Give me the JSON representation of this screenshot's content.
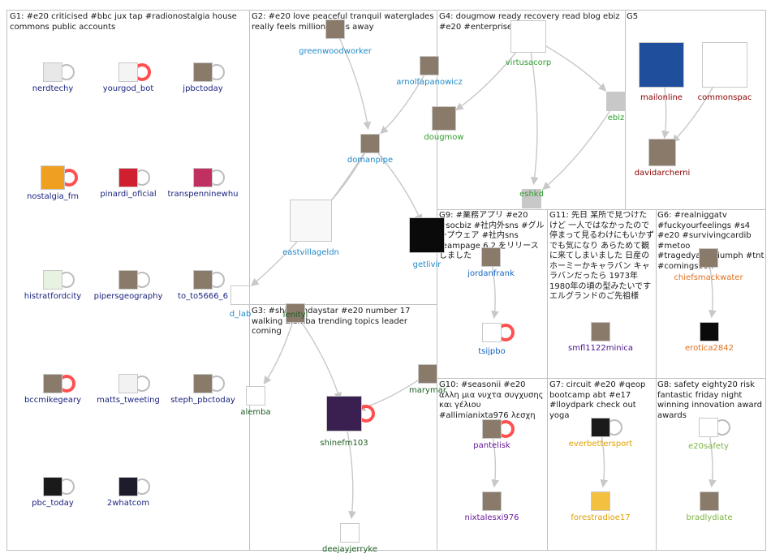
{
  "colors": {
    "g1": "#1a237e",
    "g2": "#1e88c8",
    "g3": "#1b5e20",
    "g4": "#2e9e2e",
    "g5": "#8b0000",
    "g6": "#e07020",
    "g7": "#e0a000",
    "g8": "#7cb342",
    "g9": "#1565c0",
    "g10": "#6a1b9a",
    "g11": "#4a148c",
    "edge": "#c8c8c8",
    "self_loop": "#bdbdbd",
    "highlight": "#ff5050"
  },
  "groups": [
    {
      "id": "g1",
      "title": "G1: #e20 criticised #bbc jux tap #radionostalgia house commons public accounts"
    },
    {
      "id": "g2",
      "title": "G2: #e20 love peaceful tranquil waterglades really feels million miles away"
    },
    {
      "id": "g3",
      "title": "G3: #shinefmdaystar #e20 number 17 walking alemba trending topics leader coming"
    },
    {
      "id": "g4",
      "title": "G4: dougmow ready recovery read blog ebiz #e20 #enterprise2 0"
    },
    {
      "id": "g5",
      "title": "G5"
    },
    {
      "id": "g6",
      "title": "G6: #realniggatv #fuckyourfeelings #s4 #e20 #survivingcardib #metoo #tragedyandtriumph #tnt #comingsoon"
    },
    {
      "id": "g7",
      "title": "G7: circuit #e20 #qeop bootcamp abt #e17 #lloydpark check out yoga"
    },
    {
      "id": "g8",
      "title": "G8: safety eighty20 risk fantastic friday night winning innovation award awards"
    },
    {
      "id": "g9",
      "title": "G9: #業務アプリ #e20 #socbiz #社内外sns #グループウェア #社内sns teampage 6.2 をリリースしました"
    },
    {
      "id": "g10",
      "title": "G10: #seasonii #e20 αλλη μια νυχτα συγχυσης και γέλιου #allimianixta976 λεσχη"
    },
    {
      "id": "g11",
      "title": "G11: 先日 某所で見つけたけど 一人ではなかったので停まって見るわけにもいかず でも気になり あらためて観に来てしまいました 日産のホーミーかキャラバン キャラバンだったら 1973年 1980年の頃の型みたいです エルグランドのご先祖様"
    }
  ],
  "nodes": [
    {
      "id": "nerdtechy",
      "label": "nerdtechy",
      "group": "g1",
      "icon": "nerdtechy-logo-icon"
    },
    {
      "id": "yourgod_bot",
      "label": "yourgod_bot",
      "group": "g1",
      "icon": "cartoon-avatar-icon"
    },
    {
      "id": "jpbctoday",
      "label": "jpbctoday",
      "group": "g1",
      "icon": "photo-avatar-icon"
    },
    {
      "id": "nostalgia_fm",
      "label": "nostalgia_fm",
      "group": "g1",
      "icon": "radio-logo-icon"
    },
    {
      "id": "pinardi_oficial",
      "label": "pinardi_oficial",
      "group": "g1",
      "icon": "house-logo-icon"
    },
    {
      "id": "transpenninewhu",
      "label": "transpenninewhu",
      "group": "g1",
      "icon": "pattern-logo-icon"
    },
    {
      "id": "histratfordcity",
      "label": "histratfordcity",
      "group": "g1",
      "icon": "hotel-logo-icon"
    },
    {
      "id": "pipersgeography",
      "label": "pipersgeography",
      "group": "g1",
      "icon": "photo-avatar-icon"
    },
    {
      "id": "to_to5666_6",
      "label": "to_to5666_6",
      "group": "g1",
      "icon": "photo-avatar-icon"
    },
    {
      "id": "bccmikegeary",
      "label": "bccmikegeary",
      "group": "g1",
      "icon": "photo-avatar-icon"
    },
    {
      "id": "matts_tweeting",
      "label": "matts_tweeting",
      "group": "g1",
      "icon": "sketch-avatar-icon"
    },
    {
      "id": "steph_pbctoday",
      "label": "steph_pbctoday",
      "group": "g1",
      "icon": "photo-avatar-icon"
    },
    {
      "id": "pbc_today",
      "label": "pbc_today",
      "group": "g1",
      "icon": "pbctoday-logo-icon"
    },
    {
      "id": "2whatcom",
      "label": "2whatcom",
      "group": "g1",
      "icon": "round-logo-icon"
    },
    {
      "id": "greenwoodworker",
      "label": "greenwoodworker",
      "group": "g2",
      "icon": "photo-avatar-icon"
    },
    {
      "id": "arnolfapanowicz",
      "label": "arnolfapanowicz",
      "group": "g2",
      "icon": "photo-avatar-icon"
    },
    {
      "id": "domanpipe",
      "label": "domanpipe",
      "group": "g2",
      "icon": "photo-avatar-icon"
    },
    {
      "id": "eastvillageldn",
      "label": "eastvillageldn",
      "group": "g2",
      "icon": "eastvillage-logo-icon"
    },
    {
      "id": "getlivir",
      "label": "getlivir",
      "group": "g2",
      "icon": "letter-g-logo-icon"
    },
    {
      "id": "d_lab",
      "label": "d_lab",
      "group": "g2",
      "icon": "network-logo-icon"
    },
    {
      "id": "lenityl",
      "label": "lenityl",
      "group": "g3",
      "icon": "photo-avatar-icon"
    },
    {
      "id": "alemba",
      "label": "alemba",
      "group": "g3",
      "icon": "alemba-logo-icon"
    },
    {
      "id": "shinefm103",
      "label": "shinefm103",
      "group": "g3",
      "icon": "shinefm-logo-icon"
    },
    {
      "id": "marymar",
      "label": "marymar",
      "group": "g3",
      "icon": "photo-avatar-icon"
    },
    {
      "id": "deejayjerryke",
      "label": "deejayjerryke",
      "group": "g3",
      "icon": "envelope-icon"
    },
    {
      "id": "virtusacorp",
      "label": "virtusacorp",
      "group": "g4",
      "icon": "virtusa-logo-icon"
    },
    {
      "id": "dougmow",
      "label": "dougmow",
      "group": "g4",
      "icon": "photo-avatar-icon"
    },
    {
      "id": "ebiz",
      "label": "ebiz",
      "group": "g4",
      "icon": "default-user-icon"
    },
    {
      "id": "eshkd",
      "label": "eshkd",
      "group": "g4",
      "icon": "default-user-icon"
    },
    {
      "id": "mailonline",
      "label": "mailonline",
      "group": "g5",
      "icon": "mailonline-logo-icon"
    },
    {
      "id": "commonspac",
      "label": "commonspac",
      "group": "g5",
      "icon": "portcullis-logo-icon"
    },
    {
      "id": "davidarcherni",
      "label": "davidarcherni",
      "group": "g5",
      "icon": "photo-avatar-icon"
    },
    {
      "id": "chiefsmackwater",
      "label": "chiefsmackwater",
      "group": "g6",
      "icon": "photo-avatar-icon"
    },
    {
      "id": "erotica2842",
      "label": "erotica2842",
      "group": "g6",
      "icon": "dark-avatar-icon"
    },
    {
      "id": "jordanfrank",
      "label": "jordanfrank",
      "group": "g9",
      "icon": "photo-avatar-icon"
    },
    {
      "id": "tsijpbo",
      "label": "tsijpbo",
      "group": "g9",
      "icon": "blue-cube-logo-icon"
    },
    {
      "id": "smfl1122minica",
      "label": "smfl1122minica",
      "group": "g11",
      "icon": "photo-avatar-icon"
    },
    {
      "id": "pantelisk",
      "label": "pantelisk",
      "group": "g10",
      "icon": "photo-avatar-icon"
    },
    {
      "id": "nixtalesxi976",
      "label": "nixtalesxi976",
      "group": "g10",
      "icon": "photo-avatar-icon"
    },
    {
      "id": "everbettersport",
      "label": "everbettersport",
      "group": "g7",
      "icon": "sport-logo-icon"
    },
    {
      "id": "forestradioe17",
      "label": "forestradioe17",
      "group": "g7",
      "icon": "radio-tower-logo-icon"
    },
    {
      "id": "e20safety",
      "label": "e20safety",
      "group": "g8",
      "icon": "e20-logo-icon"
    },
    {
      "id": "bradlydiate",
      "label": "bradlydiate",
      "group": "g8",
      "icon": "photo-avatar-icon"
    }
  ],
  "edges": [
    {
      "from": "greenwoodworker",
      "to": "domanpipe"
    },
    {
      "from": "arnolfapanowicz",
      "to": "domanpipe"
    },
    {
      "from": "domanpipe",
      "to": "eastvillageldn"
    },
    {
      "from": "domanpipe",
      "to": "getlivir"
    },
    {
      "from": "domanpipe",
      "to": "d_lab"
    },
    {
      "from": "lenityl",
      "to": "alemba"
    },
    {
      "from": "lenityl",
      "to": "shinefm103"
    },
    {
      "from": "marymar",
      "to": "shinefm103"
    },
    {
      "from": "shinefm103",
      "to": "deejayjerryke"
    },
    {
      "from": "virtusacorp",
      "to": "dougmow"
    },
    {
      "from": "virtusacorp",
      "to": "ebiz"
    },
    {
      "from": "virtusacorp",
      "to": "eshkd"
    },
    {
      "from": "ebiz",
      "to": "eshkd"
    },
    {
      "from": "mailonline",
      "to": "davidarcherni"
    },
    {
      "from": "commonspac",
      "to": "davidarcherni"
    },
    {
      "from": "chiefsmackwater",
      "to": "erotica2842"
    },
    {
      "from": "jordanfrank",
      "to": "tsijpbo"
    },
    {
      "from": "pantelisk",
      "to": "nixtalesxi976"
    },
    {
      "from": "everbettersport",
      "to": "forestradioe17"
    },
    {
      "from": "e20safety",
      "to": "bradlydiate"
    }
  ]
}
